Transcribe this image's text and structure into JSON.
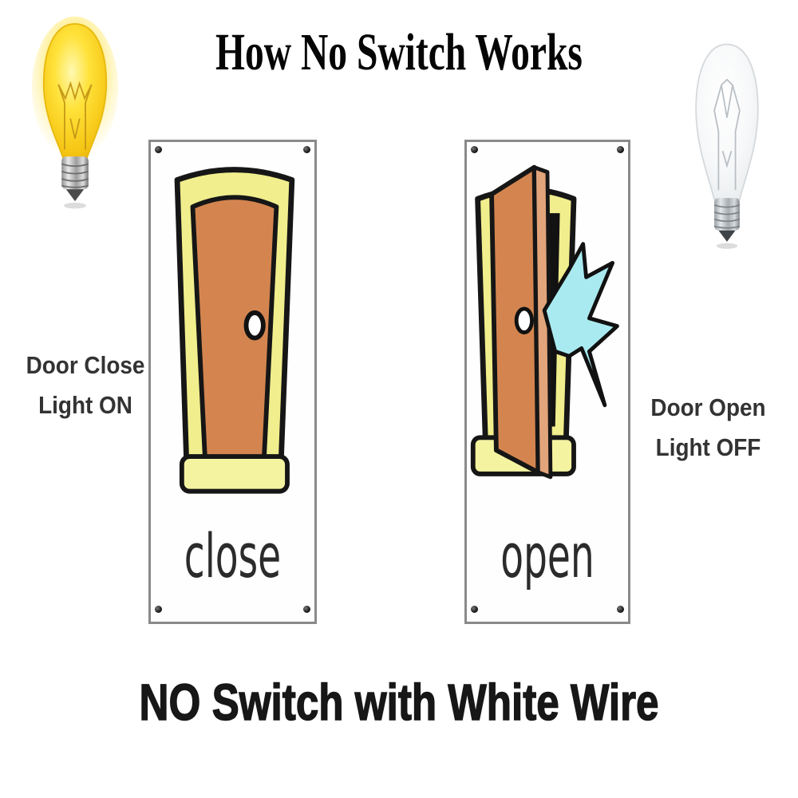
{
  "title": "How No Switch Works",
  "footer": "NO Switch with White Wire",
  "left_panel": {
    "caption": "close",
    "label_line1": "Door Close",
    "label_line2": "Light ON"
  },
  "right_panel": {
    "caption": "open",
    "label_line1": "Door Open",
    "label_line2": "Light OFF"
  },
  "icons": {
    "lit_bulb": "lit-bulb-icon",
    "unlit_bulb": "unlit-bulb-icon",
    "closed_door": "closed-door-illustration",
    "open_door": "open-door-illustration",
    "arrow": "arrow-left-icon",
    "screw": "screw-icon"
  },
  "colors": {
    "door_orange": "#d4854f",
    "door_edge_light": "#e2a47a",
    "frame_yellow": "#f1ee8d",
    "threshold_yellow": "#f4f3a0",
    "arrow_cyan": "#a9eaf0",
    "bulb_on_yellow": "#ffd92a",
    "panel_border_gray": "#8a8a8a",
    "outline_black": "#161616",
    "text_dark": "#171717"
  }
}
